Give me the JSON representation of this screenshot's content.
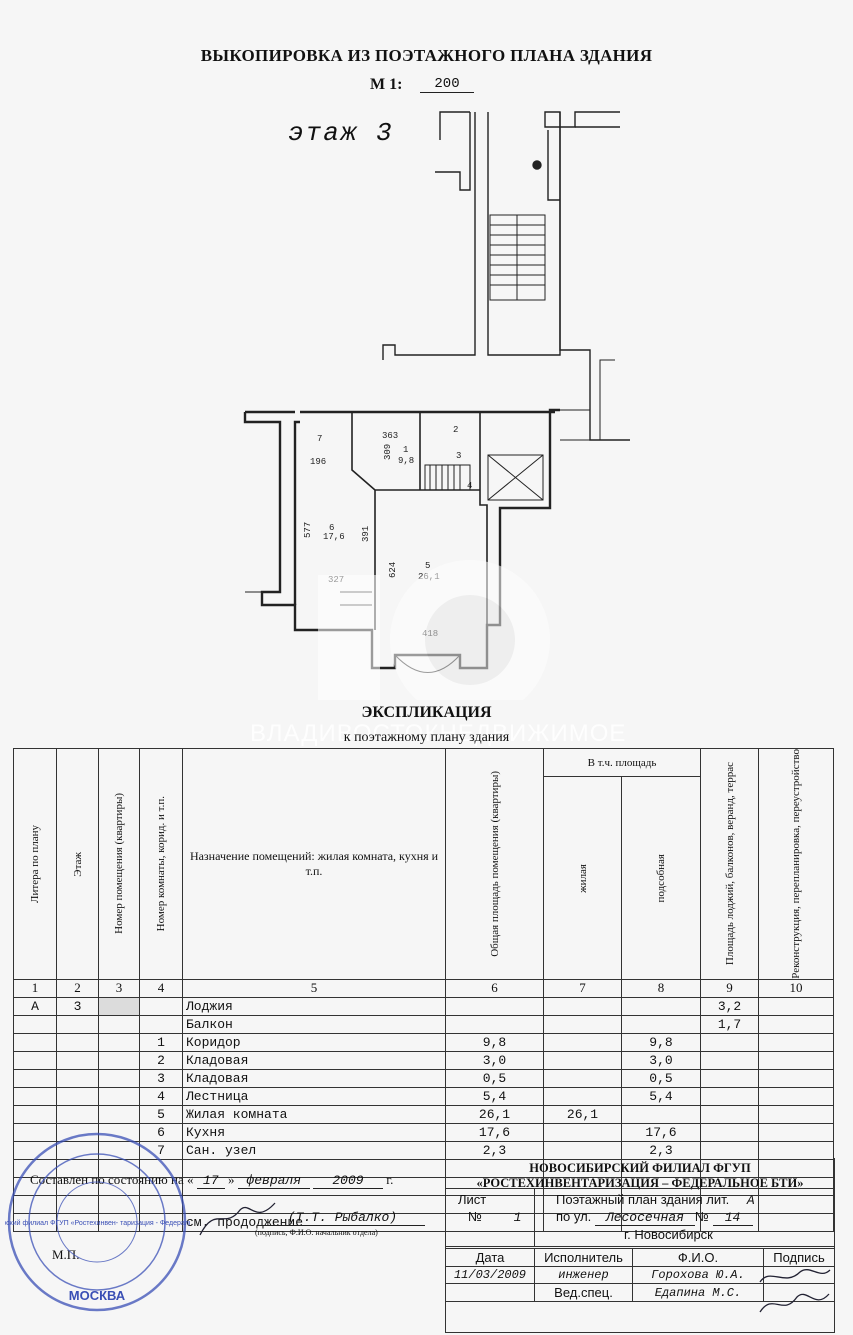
{
  "header": {
    "title": "ВЫКОПИРОВКА ИЗ ПОЭТАЖНОГО ПЛАНА ЗДАНИЯ",
    "scale_label": "М 1:",
    "scale_value": "200",
    "floor_label": "этаж 3"
  },
  "plan": {
    "labels": [
      "363",
      "309",
      "1",
      "9,8",
      "196",
      "7",
      "2",
      "3",
      "4",
      "577",
      "6",
      "17,6",
      "391",
      "624",
      "5",
      "26,1",
      "327",
      "418"
    ]
  },
  "watermark": {
    "text": "ВЛАДИВОСТОКНЕДВИЖИМОЕ"
  },
  "explication": {
    "title": "ЭКСПЛИКАЦИЯ",
    "subtitle": "к поэтажному плану здания",
    "headers": {
      "litera": "Литера по плану",
      "etazh": "Этаж",
      "nomer_pom": "Номер помещения (квартиры)",
      "nomer_komn": "Номер комнаты, корид. и т.п.",
      "naznach": "Назначение помещений: жилая комната, кухня и т.п.",
      "obsh": "Общая площадь помещения (квартиры)",
      "v_tch": "В т.ч. площадь",
      "zhil": "жилая",
      "podsob": "подсобная",
      "lodzh": "Площадь лоджий, балконов, веранд, террас",
      "rekon": "Реконструкция, перепланировка, переустройство"
    },
    "col_numbers": [
      "1",
      "2",
      "3",
      "4",
      "5",
      "6",
      "7",
      "8",
      "9",
      "10"
    ],
    "rows": [
      {
        "lit": "А",
        "etazh": "3",
        "nomer": "",
        "name": "Лоджия",
        "obsh": "",
        "zhil": "",
        "podsob": "",
        "lodzh": "3,2"
      },
      {
        "lit": "",
        "etazh": "",
        "nomer": "",
        "name": "Балкон",
        "obsh": "",
        "zhil": "",
        "podsob": "",
        "lodzh": "1,7"
      },
      {
        "lit": "",
        "etazh": "",
        "nomer": "1",
        "name": "Коридор",
        "obsh": "9,8",
        "zhil": "",
        "podsob": "9,8",
        "lodzh": ""
      },
      {
        "lit": "",
        "etazh": "",
        "nomer": "2",
        "name": "Кладовая",
        "obsh": "3,0",
        "zhil": "",
        "podsob": "3,0",
        "lodzh": ""
      },
      {
        "lit": "",
        "etazh": "",
        "nomer": "3",
        "name": "Кладовая",
        "obsh": "0,5",
        "zhil": "",
        "podsob": "0,5",
        "lodzh": ""
      },
      {
        "lit": "",
        "etazh": "",
        "nomer": "4",
        "name": "Лестница",
        "obsh": "5,4",
        "zhil": "",
        "podsob": "5,4",
        "lodzh": ""
      },
      {
        "lit": "",
        "etazh": "",
        "nomer": "5",
        "name": "Жилая комната",
        "obsh": "26,1",
        "zhil": "26,1",
        "podsob": "",
        "lodzh": ""
      },
      {
        "lit": "",
        "etazh": "",
        "nomer": "6",
        "name": "Кухня",
        "obsh": "17,6",
        "zhil": "",
        "podsob": "17,6",
        "lodzh": ""
      },
      {
        "lit": "",
        "etazh": "",
        "nomer": "7",
        "name": "Сан. узел",
        "obsh": "2,3",
        "zhil": "",
        "podsob": "2,3",
        "lodzh": ""
      },
      {
        "lit": "",
        "etazh": "",
        "nomer": "",
        "name": "",
        "obsh": "",
        "zhil": "",
        "podsob": "",
        "lodzh": ""
      },
      {
        "lit": "",
        "etazh": "",
        "nomer": "",
        "name": "",
        "obsh": "",
        "zhil": "",
        "podsob": "",
        "lodzh": ""
      },
      {
        "lit": "",
        "etazh": "",
        "nomer": "",
        "name": "",
        "obsh": "",
        "zhil": "",
        "podsob": "",
        "lodzh": ""
      },
      {
        "lit": "",
        "etazh": "",
        "nomer": "",
        "name": "см. прододжение",
        "obsh": "",
        "zhil": "",
        "podsob": "",
        "lodzh": ""
      }
    ]
  },
  "footer": {
    "composed_prefix": "Составлен по состоянию на",
    "quote_open": "«",
    "day": "17",
    "quote_close": "»",
    "month": "февраля",
    "year": "2009",
    "year_suffix": "г.",
    "head_name": "(Т.Т. Рыбалко)",
    "head_caption": "(подпись, Ф.И.О. начальник отдела)",
    "mp": "М.П.",
    "org_line1": "НОВОСИБИРСКИЙ ФИЛИАЛ ФГУП",
    "org_line2": "«РОСТЕХИНВЕНТАРИЗАЦИЯ – ФЕДЕРАЛЬНОЕ БТИ»",
    "sheet_label": "Лист",
    "sheet_no_label": "№",
    "sheet_no": "1",
    "plan_title": "Поэтажный план здания лит.",
    "litera": "А",
    "street_prefix": "по ул.",
    "street": "Лесосечная",
    "house_no_label": "№",
    "house_no": "14",
    "city": "г. Новосибирск",
    "col_date": "Дата",
    "col_exec": "Исполнитель",
    "col_fio": "Ф.И.О.",
    "col_sign": "Подпись",
    "date": "11/03/2009",
    "exec_role": "инженер",
    "exec_name": "Горохова Ю.А.",
    "spec_role": "Вед.спец.",
    "spec_name": "Едапина М.С."
  },
  "stamp": {
    "city": "МОСКВА",
    "inner": "Новосибирский филиал ФГУП «Ростехинвен- таризация - Федеральное БТИ»"
  }
}
